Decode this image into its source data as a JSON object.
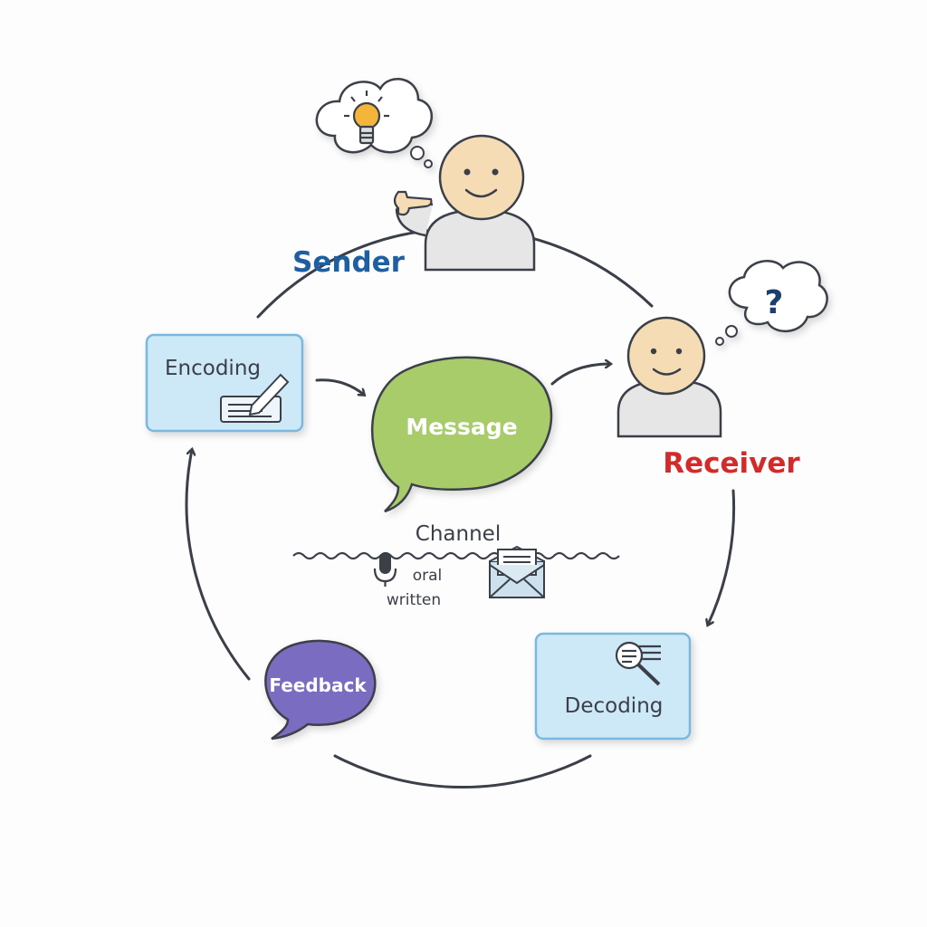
{
  "diagram": {
    "sender": {
      "label": "Sender",
      "color": "#1d5fa0",
      "thought_icon": "lightbulb-icon"
    },
    "receiver": {
      "label": "Receiver",
      "color": "#d42a2a",
      "thought_icon": "question-mark-icon",
      "thought_text": "?"
    },
    "encoding": {
      "label": "Encoding",
      "icon": "pencil-writing-icon"
    },
    "message": {
      "label": "Message",
      "color": "#a9cc6a"
    },
    "channel": {
      "label": "Channel",
      "oral": "oral",
      "written": "written",
      "icons": [
        "microphone-icon",
        "envelope-icon"
      ]
    },
    "decoding": {
      "label": "Decoding",
      "icon": "magnifier-document-icon"
    },
    "feedback": {
      "label": "Feedback",
      "color": "#7a6cc0"
    },
    "box_fill": "#cde8f6",
    "box_stroke": "#7ab8e0",
    "line_color": "#3a3f48"
  }
}
